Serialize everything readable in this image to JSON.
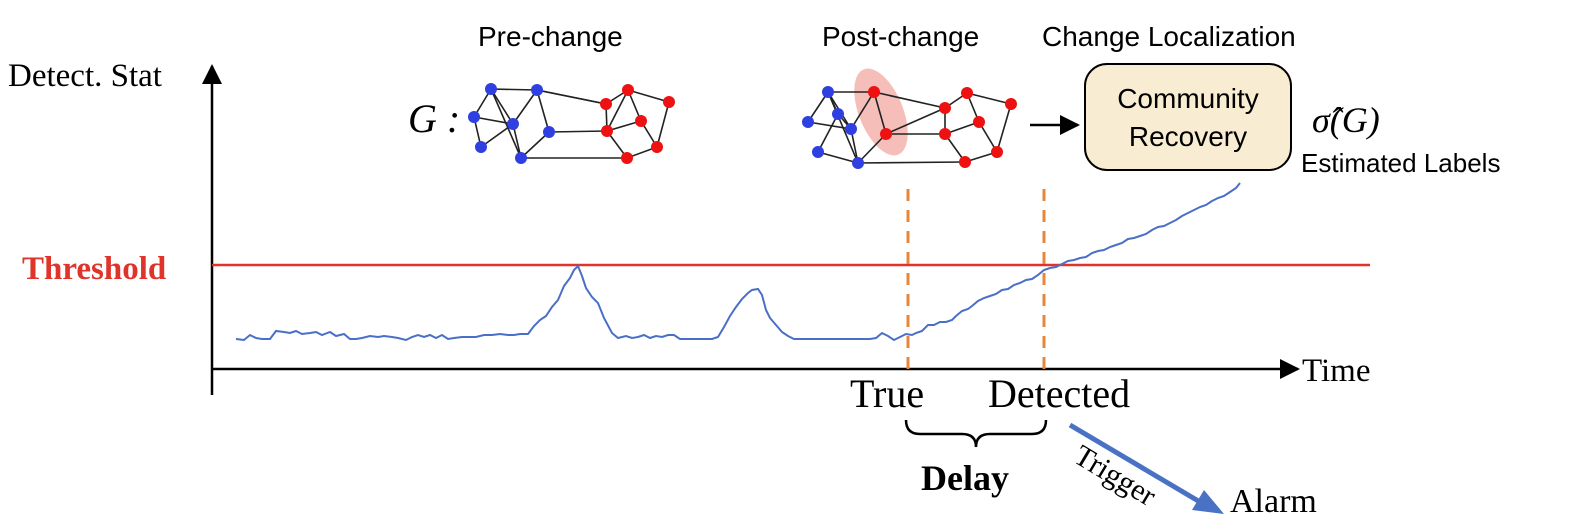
{
  "labels": {
    "y_axis": "Detect. Stat",
    "x_axis": "Time",
    "threshold": "Threshold",
    "pre_change": "Pre-change",
    "post_change": "Post-change",
    "change_localization": "Change Localization",
    "graph_prefix": "G :",
    "community_box_line1": "Community",
    "community_box_line2": "Recovery",
    "sigma_hat": "σ̂(G)",
    "estimated_labels": "Estimated Labels",
    "true_marker": "True",
    "detected_marker": "Detected",
    "delay": "Delay",
    "trigger": "Trigger",
    "alarm": "Alarm"
  },
  "colors": {
    "series_line": "#4a6fc6",
    "threshold": "#e0332a",
    "marker_dash": "#e8873a",
    "node_blue": "#2f3fe0",
    "node_red": "#ee1111",
    "edge": "#222222",
    "box_fill": "#f8ecd2",
    "highlight": "#f1a8a0",
    "trigger_arrow": "#4a72c4"
  },
  "icons": {
    "pre_change_graph": "network-graph-icon",
    "post_change_graph": "network-graph-icon",
    "localization_arrow": "arrow-right-icon",
    "trigger_arrow": "arrow-diagonal-icon",
    "delay_brace": "curly-brace-icon"
  }
}
